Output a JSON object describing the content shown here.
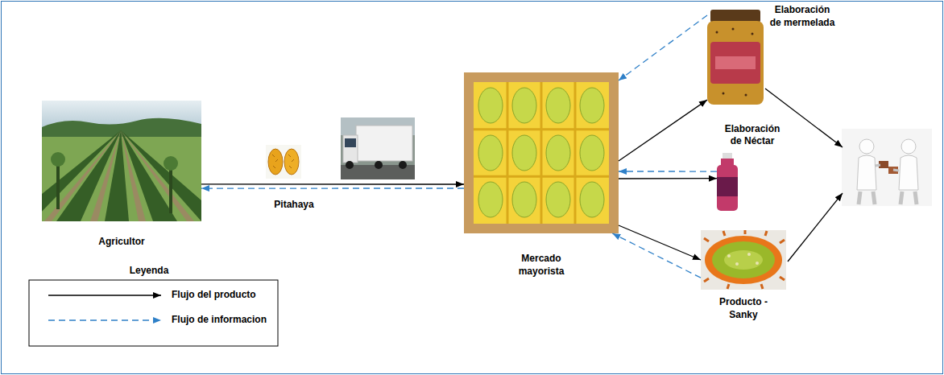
{
  "diagram": {
    "nodes": [
      {
        "text": [
          "Agricultor"
        ]
      },
      {
        "text": [
          "Mercado mayorista"
        ]
      },
      {
        "text": [
          "Elaboración de mermelada"
        ]
      },
      {
        "text": [
          "Elaboración de Néctar"
        ]
      },
      {
        "text": [
          "Producto - Sanky"
        ]
      }
    ],
    "edges": [
      {
        "from": 0,
        "to": 1,
        "arrow": "to",
        "label": "Pitahaya"
      },
      {
        "from": 1,
        "to": 0,
        "arrow": "to"
      },
      {
        "from": 1,
        "to": 2,
        "arrow": "to"
      },
      {
        "from": 2,
        "to": 1,
        "arrow": "to"
      },
      {
        "from": 1,
        "to": 3,
        "arrow": "to"
      },
      {
        "from": 3,
        "to": 1,
        "arrow": "to"
      },
      {
        "from": 1,
        "to": 4,
        "arrow": "to"
      },
      {
        "from": 4,
        "to": 1,
        "arrow": "to"
      }
    ],
    "labels": [
      "Leyenda"
    ],
    "legend": [
      {
        "text": "Flujo del producto"
      },
      {
        "text": "Flujo de informacion"
      }
    ]
  }
}
